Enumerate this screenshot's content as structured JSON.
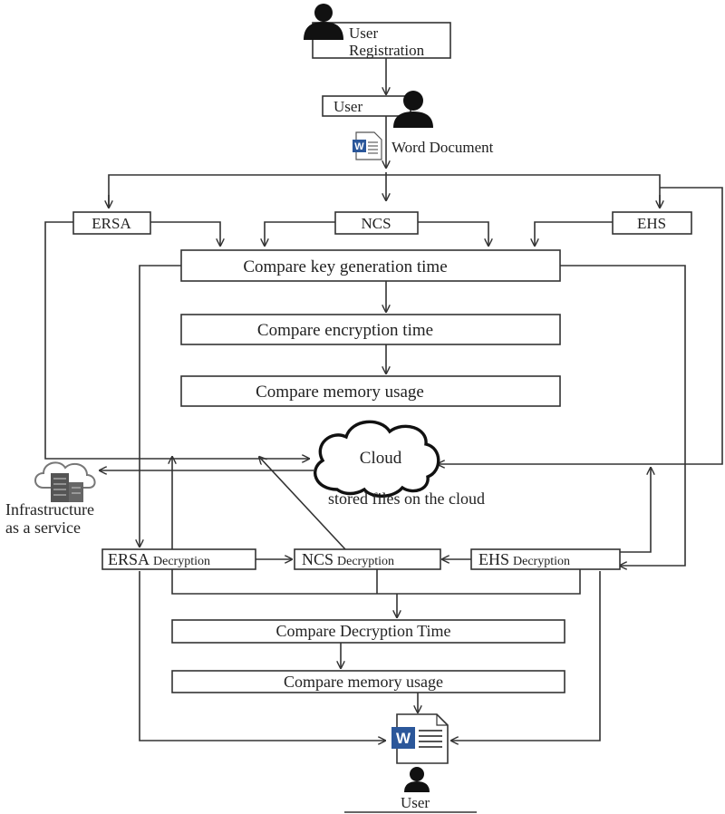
{
  "nodes": {
    "user_registration_line1": "User",
    "user_registration_line2": "Registration",
    "user_top": "User",
    "word_document": "Word Document",
    "ersa": "ERSA",
    "ncs": "NCS",
    "ehs": "EHS",
    "compare_keygen": "Compare key generation time",
    "compare_encryption": "Compare encryption time",
    "compare_memory_1": "Compare memory usage",
    "cloud": "Cloud",
    "stored_files": "stored files on the cloud",
    "iaas_line1": "Infrastructure",
    "iaas_line2": "as a service",
    "ersa_decryption_main": "ERSA",
    "ncs_decryption_main": "NCS",
    "ehs_decryption_main": "EHS",
    "decryption_suffix": "Decryption",
    "compare_decryption": "Compare Decryption Time",
    "compare_memory_2": "Compare memory usage",
    "user_bottom": "User"
  },
  "icons": {
    "word_small": "word-document-icon",
    "word_large": "word-document-icon",
    "user": "user-icon",
    "cloud": "cloud-icon",
    "building": "building-cloud-icon"
  },
  "colors": {
    "stroke": "#333333",
    "word_blue": "#2b579a",
    "cloud_fill": "#ffffff",
    "building": "#555555"
  }
}
